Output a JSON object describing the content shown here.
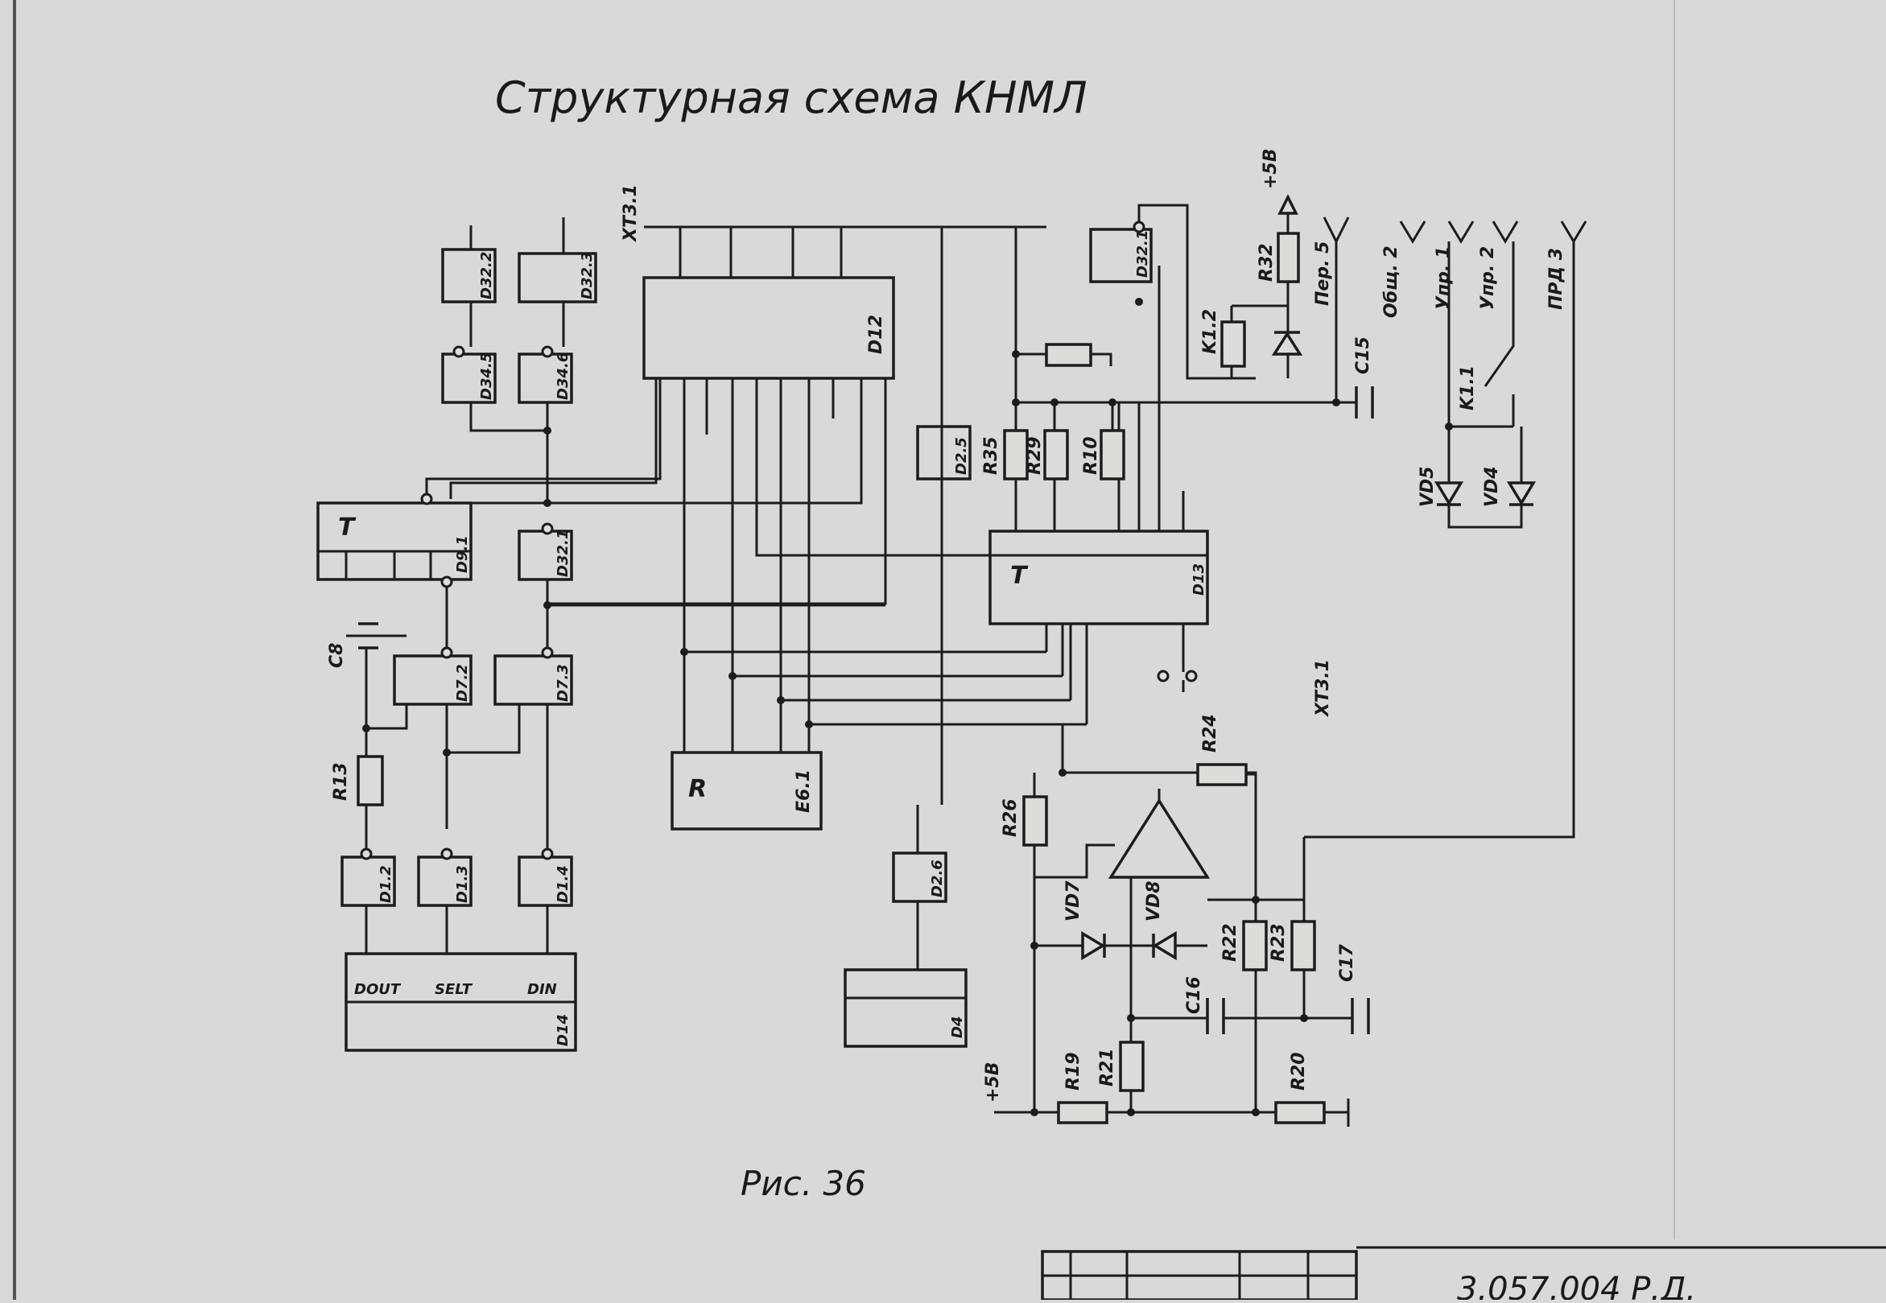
{
  "title": "Структурная схема КНМЛ",
  "caption": "Рис. 36",
  "doc_code": "3.057.004 Р.Д.",
  "power": "+5В",
  "connectors": {
    "xt3_1": "ХТ3.1",
    "xt3_1b": "ХТ3.1"
  },
  "chips": {
    "d12": "D12",
    "d13": "D13",
    "d9_1": "D9.1",
    "d14": "D14",
    "e6_1": "E6.1",
    "d4": "D4",
    "d32_1": "D32.1",
    "d32_2": "D32.2",
    "d32_3": "D32.3",
    "d34_5": "D34.5",
    "d34_6": "D34.6",
    "d7_2": "D7.2",
    "d7_3": "D7.3",
    "d1_2": "D1.2",
    "d1_3": "D1.3",
    "d1_4": "D1.4",
    "d2_5": "D2.5",
    "d2_6": "D2.6"
  },
  "components": {
    "r13": "R13",
    "r19": "R19",
    "r20": "R20",
    "r21": "R21",
    "r22": "R22",
    "r23": "R23",
    "r24": "R24",
    "r26": "R26",
    "r29": "R29",
    "r32": "R32",
    "r35": "R35",
    "r10": "R10",
    "c8": "C8",
    "c15": "C15",
    "c16": "C16",
    "c17": "C17",
    "vd4": "VD4",
    "vd5": "VD5",
    "vd7": "VD7",
    "vd8": "VD8",
    "k1_1": "K1.1",
    "k1_2": "K1.2"
  },
  "signals": {
    "per5": "Пер. 5",
    "obsh2": "Общ. 2",
    "upr1": "Упр. 1",
    "upr2": "Упр. 2",
    "prd3": "ПРД 3",
    "dout": "DOUT",
    "selt": "SELT",
    "din": "DIN"
  }
}
